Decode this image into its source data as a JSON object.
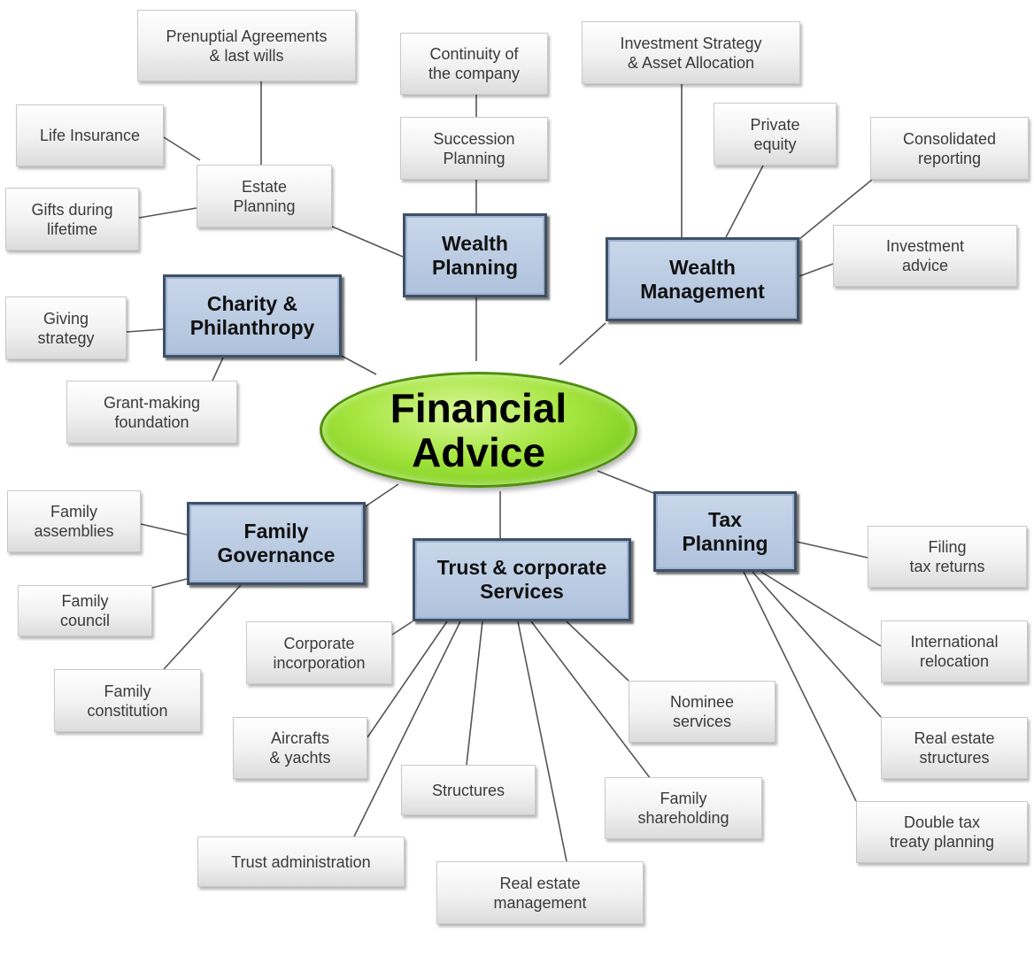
{
  "center": {
    "name": "center-node",
    "label": "Financial\nAdvice"
  },
  "branches": [
    {
      "name": "wealth-planning-node",
      "label": "Wealth\nPlanning"
    },
    {
      "name": "wealth-management-node",
      "label": "Wealth\nManagement"
    },
    {
      "name": "charity-philanthropy-node",
      "label": "Charity &\nPhilanthropy"
    },
    {
      "name": "family-governance-node",
      "label": "Family\nGovernance"
    },
    {
      "name": "trust-corporate-services-node",
      "label": "Trust & corporate\nServices"
    },
    {
      "name": "tax-planning-node",
      "label": "Tax\nPlanning"
    }
  ],
  "leaves": [
    {
      "name": "prenuptial-agreements-node",
      "label": "Prenuptial Agreements\n& last wills"
    },
    {
      "name": "continuity-company-node",
      "label": "Continuity of\nthe company"
    },
    {
      "name": "investment-strategy-node",
      "label": "Investment Strategy\n& Asset Allocation"
    },
    {
      "name": "life-insurance-node",
      "label": "Life Insurance"
    },
    {
      "name": "succession-planning-node",
      "label": "Succession\nPlanning"
    },
    {
      "name": "private-equity-node",
      "label": "Private\nequity"
    },
    {
      "name": "consolidated-reporting-node",
      "label": "Consolidated\nreporting"
    },
    {
      "name": "estate-planning-node",
      "label": "Estate\nPlanning"
    },
    {
      "name": "gifts-during-lifetime-node",
      "label": "Gifts during\nlifetime"
    },
    {
      "name": "investment-advice-node",
      "label": "Investment\nadvice"
    },
    {
      "name": "giving-strategy-node",
      "label": "Giving\nstrategy"
    },
    {
      "name": "grant-making-foundation-node",
      "label": "Grant-making\nfoundation"
    },
    {
      "name": "family-assemblies-node",
      "label": "Family\nassemblies"
    },
    {
      "name": "family-council-node",
      "label": "Family\ncouncil"
    },
    {
      "name": "family-constitution-node",
      "label": "Family\nconstitution"
    },
    {
      "name": "filing-tax-returns-node",
      "label": "Filing\ntax returns"
    },
    {
      "name": "corporate-incorporation-node",
      "label": "Corporate\nincorporation"
    },
    {
      "name": "international-relocation-node",
      "label": "International\nrelocation"
    },
    {
      "name": "nominee-services-node",
      "label": "Nominee\nservices"
    },
    {
      "name": "aircrafts-yachts-node",
      "label": "Aircrafts\n& yachts"
    },
    {
      "name": "real-estate-structures-node",
      "label": "Real estate\nstructures"
    },
    {
      "name": "structures-node",
      "label": "Structures"
    },
    {
      "name": "family-shareholding-node",
      "label": "Family\nshareholding"
    },
    {
      "name": "double-tax-treaty-node",
      "label": "Double tax\ntreaty planning"
    },
    {
      "name": "trust-administration-node",
      "label": "Trust administration"
    },
    {
      "name": "real-estate-management-node",
      "label": "Real estate\nmanagement"
    }
  ],
  "colors": {
    "connector": "#555555",
    "branch_fill": "#b6c7de",
    "branch_border": "#3d5066",
    "center_fill": "#a5e53f",
    "leaf_fill": "#f1f1f1"
  }
}
